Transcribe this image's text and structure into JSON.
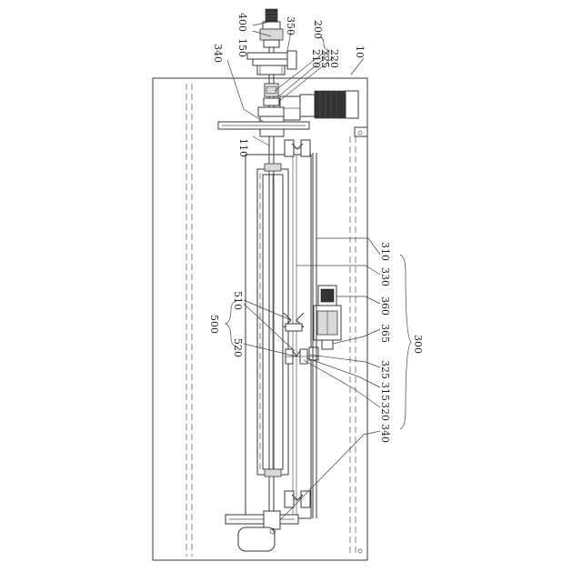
{
  "labels": {
    "l10": "10",
    "l110": "110",
    "l150": "150",
    "l200": "200",
    "l210": "210",
    "l220": "220",
    "l225": "225",
    "l300": "300",
    "l310": "310",
    "l315": "315",
    "l320": "320",
    "l325": "325",
    "l330": "330",
    "l340a": "340",
    "l340b": "340",
    "l350": "350",
    "l360": "360",
    "l365": "365",
    "l400": "400",
    "l500": "500",
    "l510": "510",
    "l520": "520"
  }
}
